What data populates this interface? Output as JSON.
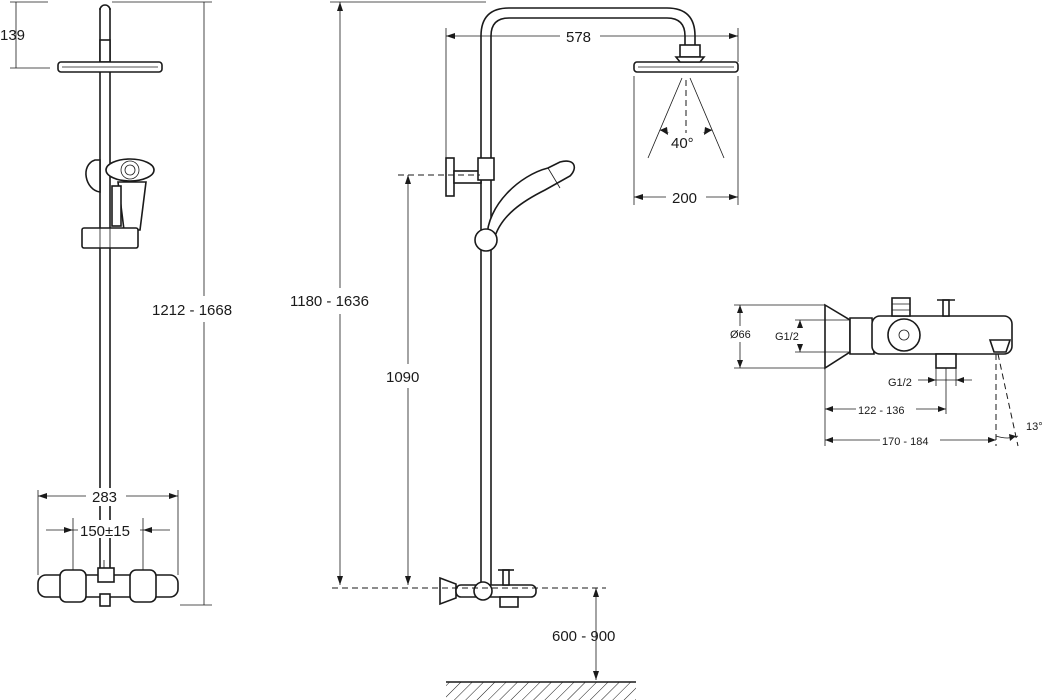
{
  "dimensions": {
    "front_view": {
      "top_offset": "139",
      "height_range": "1212 - 1668",
      "bar_width": "283",
      "inlet_spacing": "150±15"
    },
    "side_view": {
      "arm_reach": "578",
      "total_height": "1180 - 1636",
      "holder_height": "1090",
      "spray_angle": "40°",
      "head_diameter": "200",
      "mount_height": "600 - 900"
    },
    "mixer_view": {
      "flange_diameter": "Ø66",
      "inlet_thread": "G1/2",
      "outlet_thread": "G1/2",
      "outlet_offset": "122 - 136",
      "spout_length": "170 - 184",
      "spout_angle": "13°"
    }
  }
}
